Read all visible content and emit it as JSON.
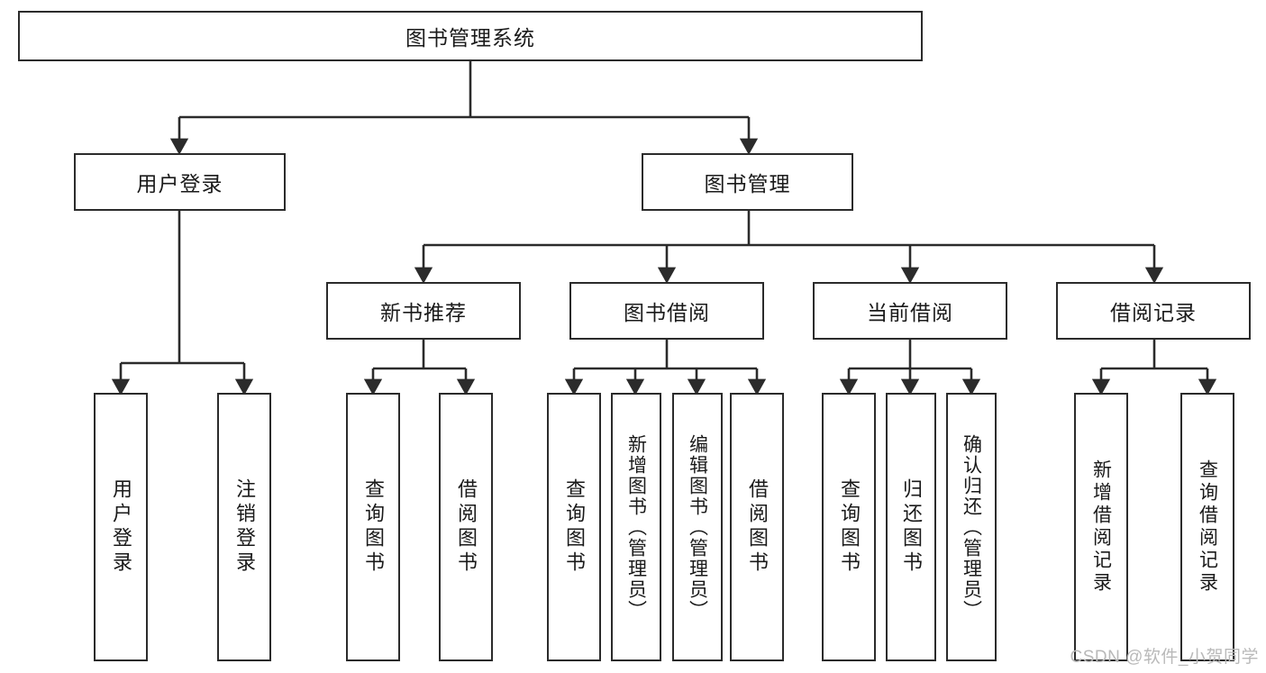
{
  "diagram": {
    "type": "tree-hierarchy",
    "title": "图书管理系统",
    "root": {
      "id": "root",
      "label": "图书管理系统",
      "orientation": "horizontal"
    },
    "level2": [
      {
        "id": "user-login",
        "label": "用户登录",
        "orientation": "horizontal"
      },
      {
        "id": "book-manage",
        "label": "图书管理",
        "orientation": "horizontal"
      }
    ],
    "level3": [
      {
        "id": "new-book-rec",
        "label": "新书推荐",
        "orientation": "horizontal",
        "parent": "book-manage"
      },
      {
        "id": "book-borrow",
        "label": "图书借阅",
        "orientation": "horizontal",
        "parent": "book-manage"
      },
      {
        "id": "current-borrow",
        "label": "当前借阅",
        "orientation": "horizontal",
        "parent": "book-manage"
      },
      {
        "id": "borrow-record",
        "label": "借阅记录",
        "orientation": "horizontal",
        "parent": "book-manage"
      }
    ],
    "leaves": [
      {
        "id": "leaf-user-login",
        "label": "用户登录",
        "orientation": "vertical",
        "parent": "user-login"
      },
      {
        "id": "leaf-logout",
        "label": "注销登录",
        "orientation": "vertical",
        "parent": "user-login"
      },
      {
        "id": "leaf-query-book-1",
        "label": "查询图书",
        "orientation": "vertical",
        "parent": "new-book-rec"
      },
      {
        "id": "leaf-borrow-book-1",
        "label": "借阅图书",
        "orientation": "vertical",
        "parent": "new-book-rec"
      },
      {
        "id": "leaf-query-book-2",
        "label": "查询图书",
        "orientation": "vertical",
        "parent": "book-borrow"
      },
      {
        "id": "leaf-add-book",
        "label": "新增图书（管理员）",
        "orientation": "vertical",
        "parent": "book-borrow"
      },
      {
        "id": "leaf-edit-book",
        "label": "编辑图书（管理员）",
        "orientation": "vertical",
        "parent": "book-borrow"
      },
      {
        "id": "leaf-borrow-book-2",
        "label": "借阅图书",
        "orientation": "vertical",
        "parent": "book-borrow"
      },
      {
        "id": "leaf-query-book-3",
        "label": "查询图书",
        "orientation": "vertical",
        "parent": "current-borrow"
      },
      {
        "id": "leaf-return-book",
        "label": "归还图书",
        "orientation": "vertical",
        "parent": "current-borrow"
      },
      {
        "id": "leaf-confirm-return",
        "label": "确认归还（管理员）",
        "orientation": "vertical",
        "parent": "current-borrow"
      },
      {
        "id": "leaf-add-record",
        "label": "新增借阅记录",
        "orientation": "vertical",
        "parent": "borrow-record"
      },
      {
        "id": "leaf-query-record",
        "label": "查询借阅记录",
        "orientation": "vertical",
        "parent": "borrow-record"
      }
    ],
    "watermark": "CSDN @软件_小贺同学",
    "colors": {
      "stroke": "#2b2b2b",
      "fill": "#ffffff",
      "text": "#1a1a1a",
      "watermark": "#b9b9b9"
    }
  }
}
